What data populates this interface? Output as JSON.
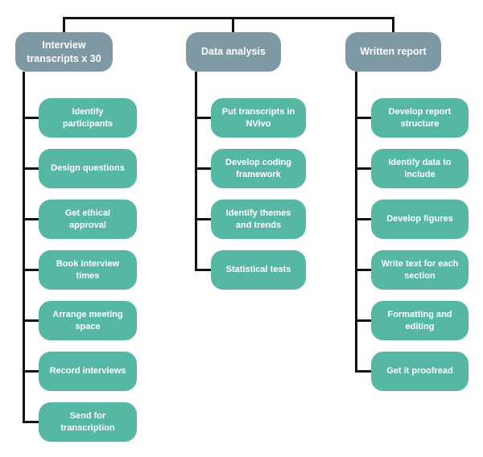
{
  "diagram": {
    "type": "work-breakdown-structure",
    "colors": {
      "header_fill": "#7e98a4",
      "task_fill": "#57b7a5",
      "text": "#ffffff",
      "connector": "#141414",
      "background": "#ffffff"
    },
    "columns": [
      {
        "header": "Interview\ntranscripts x 30",
        "tasks": [
          "Identify\nparticipants",
          "Design questions",
          "Get ethical\napproval",
          "Book interview\ntimes",
          "Arrange meeting\nspace",
          "Record interviews",
          "Send for\ntranscription"
        ]
      },
      {
        "header": "Data analysis",
        "tasks": [
          "Put transcripts in\nNVivo",
          "Develop coding\nframework",
          "Identify themes\nand trends",
          "Statistical tests"
        ]
      },
      {
        "header": "Written report",
        "tasks": [
          "Develop report\nstructure",
          "Identify data to\ninclude",
          "Develop figures",
          "Write text for each\nsection",
          "Formatting and\nediting",
          "Get it proofread"
        ]
      }
    ]
  }
}
